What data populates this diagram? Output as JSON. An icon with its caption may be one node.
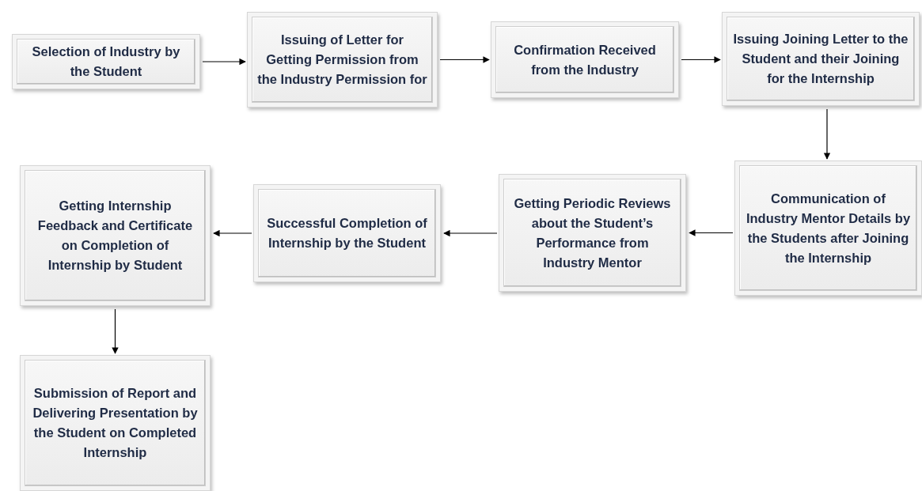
{
  "diagram": {
    "nodes": [
      {
        "text": [
          "Selection of Industry by the Student"
        ]
      },
      {
        "text": [
          "Issuing of Letter for Getting Permission from the Industry Permission for"
        ]
      },
      {
        "text": [
          "Confirmation Received from the Industry"
        ]
      },
      {
        "text": [
          "Issuing Joining Letter to the Student and their Joining for the Internship"
        ]
      },
      {
        "text": [
          "Communication of Industry Mentor Details by the Students after Joining the Internship"
        ]
      },
      {
        "text": [
          "Getting Periodic Reviews about the Student’s Performance from Industry Mentor"
        ]
      },
      {
        "text": [
          "Successful Completion of Internship by the Student"
        ]
      },
      {
        "text": [
          "Getting Internship Feedback and Certificate on Completion of Internship by Student"
        ]
      },
      {
        "text": [
          "Submission of Report and Delivering Presentation by the Student on Completed Internship"
        ]
      }
    ],
    "edges": [
      {
        "from": 0,
        "to": 1,
        "arrow": "to"
      },
      {
        "from": 1,
        "to": 2,
        "arrow": "to"
      },
      {
        "from": 2,
        "to": 3,
        "arrow": "to"
      },
      {
        "from": 3,
        "to": 4,
        "arrow": "to"
      },
      {
        "from": 4,
        "to": 5,
        "arrow": "to"
      },
      {
        "from": 5,
        "to": 6,
        "arrow": "to"
      },
      {
        "from": 6,
        "to": 7,
        "arrow": "to"
      },
      {
        "from": 7,
        "to": 8,
        "arrow": "to"
      }
    ]
  }
}
